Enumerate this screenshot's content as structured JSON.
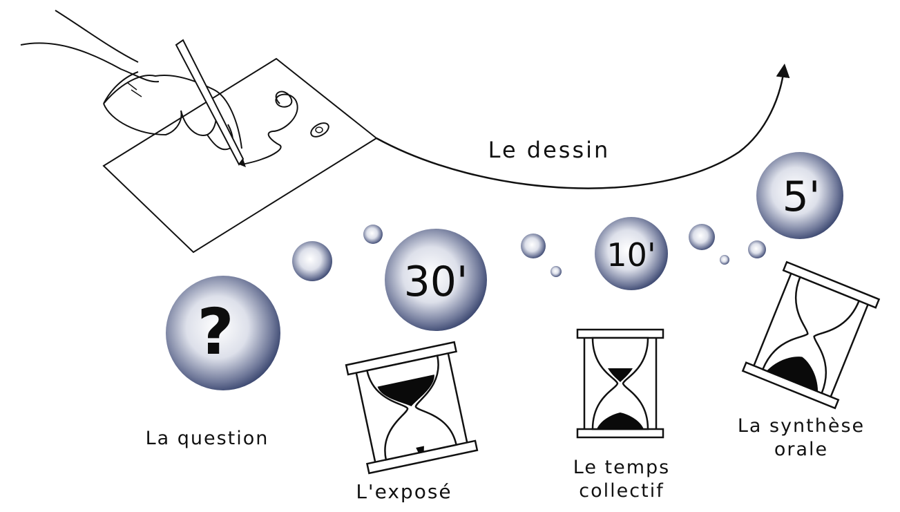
{
  "arrow_label": "Le dessin",
  "stages": [
    {
      "bubble_text": "?",
      "label": "La question"
    },
    {
      "bubble_text": "30'",
      "label": "L'exposé"
    },
    {
      "bubble_text": "10'",
      "label": "Le temps collectif"
    },
    {
      "bubble_text": "5'",
      "label": "La synthèse orale"
    }
  ],
  "colors": {
    "bubble_dark": "#2b3863",
    "bubble_light": "#ffffff",
    "ink": "#111111",
    "sand": "#0a0a0a"
  },
  "icons": [
    "hand-drawing-icon",
    "pencil-icon",
    "paper-sheet-icon",
    "hourglass-icon"
  ]
}
